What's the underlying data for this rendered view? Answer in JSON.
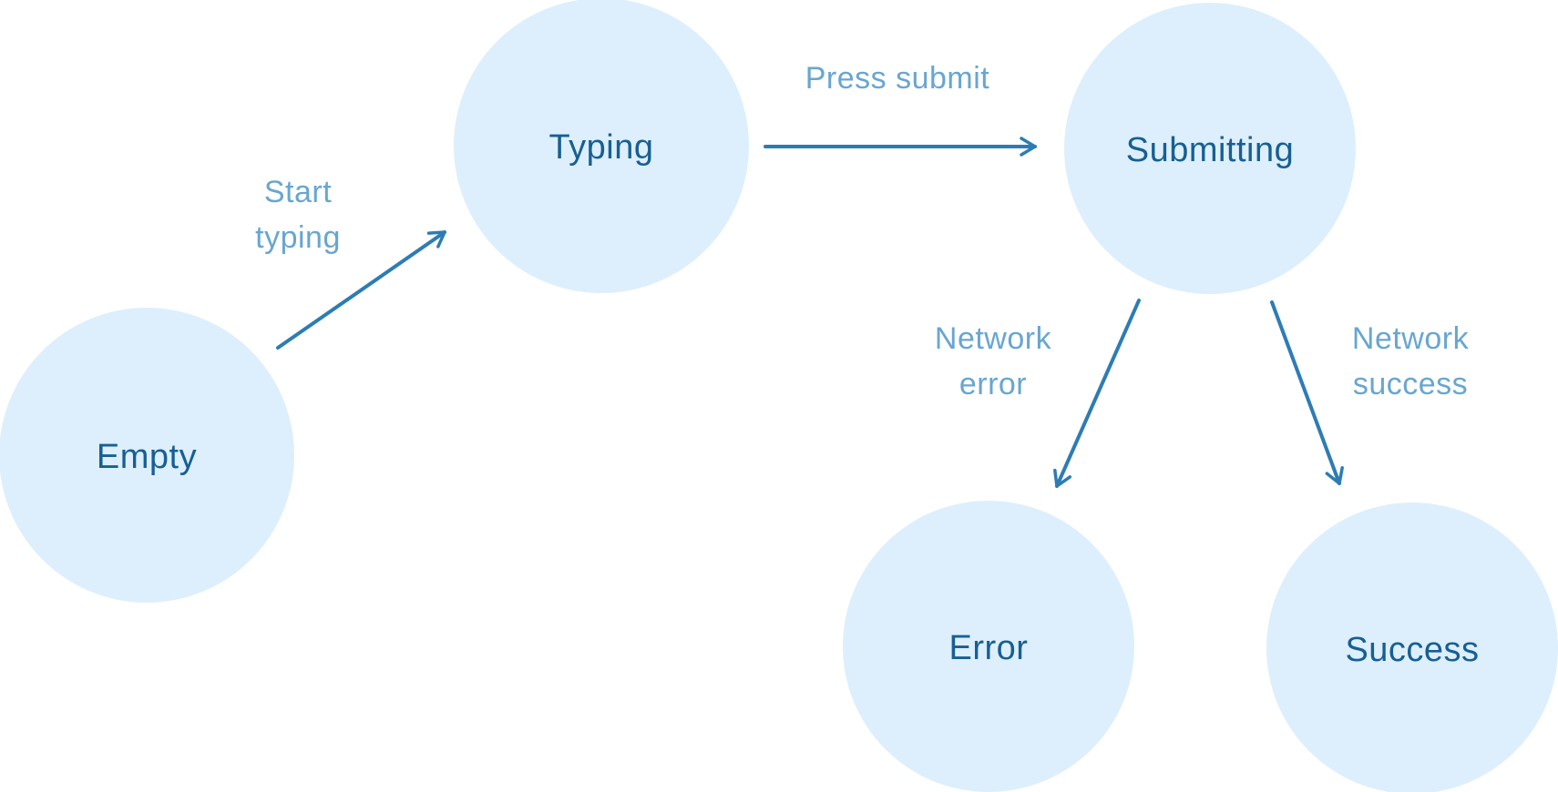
{
  "diagram": {
    "type": "state-machine",
    "nodes": [
      {
        "id": "empty",
        "label": "Empty"
      },
      {
        "id": "typing",
        "label": "Typing"
      },
      {
        "id": "submitting",
        "label": "Submitting"
      },
      {
        "id": "error",
        "label": "Error"
      },
      {
        "id": "success",
        "label": "Success"
      }
    ],
    "edges": [
      {
        "from": "Empty",
        "to": "Typing",
        "label": "Start typing",
        "label_lines": [
          "Start",
          "typing"
        ]
      },
      {
        "from": "Typing",
        "to": "Submitting",
        "label": "Press submit",
        "label_lines": [
          "Press submit"
        ]
      },
      {
        "from": "Submitting",
        "to": "Error",
        "label": "Network error",
        "label_lines": [
          "Network",
          "error"
        ]
      },
      {
        "from": "Submitting",
        "to": "Success",
        "label": "Network success",
        "label_lines": [
          "Network",
          "success"
        ]
      }
    ],
    "colors": {
      "node_fill": "#ddeffc",
      "node_text": "#175f93",
      "arrow": "#2d7cb5",
      "edge_label": "#68a6d1"
    }
  }
}
